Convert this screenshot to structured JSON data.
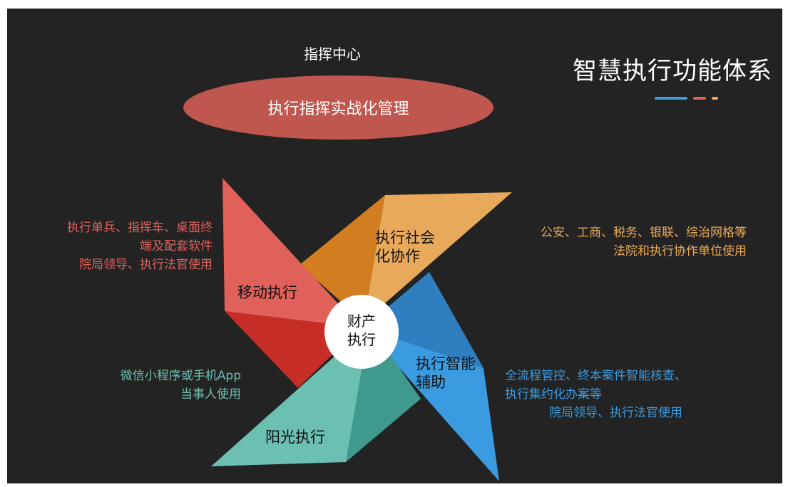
{
  "header": {
    "title": "智慧执行功能体系",
    "accent_colors": [
      "#3a9be0",
      "#e0605a",
      "#e8a95a"
    ]
  },
  "command_center": {
    "label": "指挥中心",
    "main": "执行指挥实战化管理",
    "color": "#c0574f"
  },
  "hub": {
    "line1": "财产",
    "line2": "执行"
  },
  "blades": {
    "mobile": {
      "name": "移动执行",
      "color": "#e0605a",
      "notes": [
        "执行单兵、指挥车、桌面终",
        "端及配套软件",
        "院局领导、执行法官使用"
      ]
    },
    "social": {
      "name_line1": "执行社会",
      "name_line2": "化协作",
      "color": "#e8a95a",
      "notes": [
        "公安、工商、税务、银联、综治网格等",
        "法院和执行协作单位使用"
      ]
    },
    "smart": {
      "name_line1": "执行智能",
      "name_line2": "辅助",
      "color": "#3a9be0",
      "notes": [
        "全流程管控、终本案件智能核查、",
        "执行集约化办案等",
        "院局领导、执行法官使用"
      ]
    },
    "sunshine": {
      "name": "阳光执行",
      "color": "#5fb8aa",
      "notes": [
        "微信小程序或手机App",
        "当事人使用"
      ]
    }
  }
}
